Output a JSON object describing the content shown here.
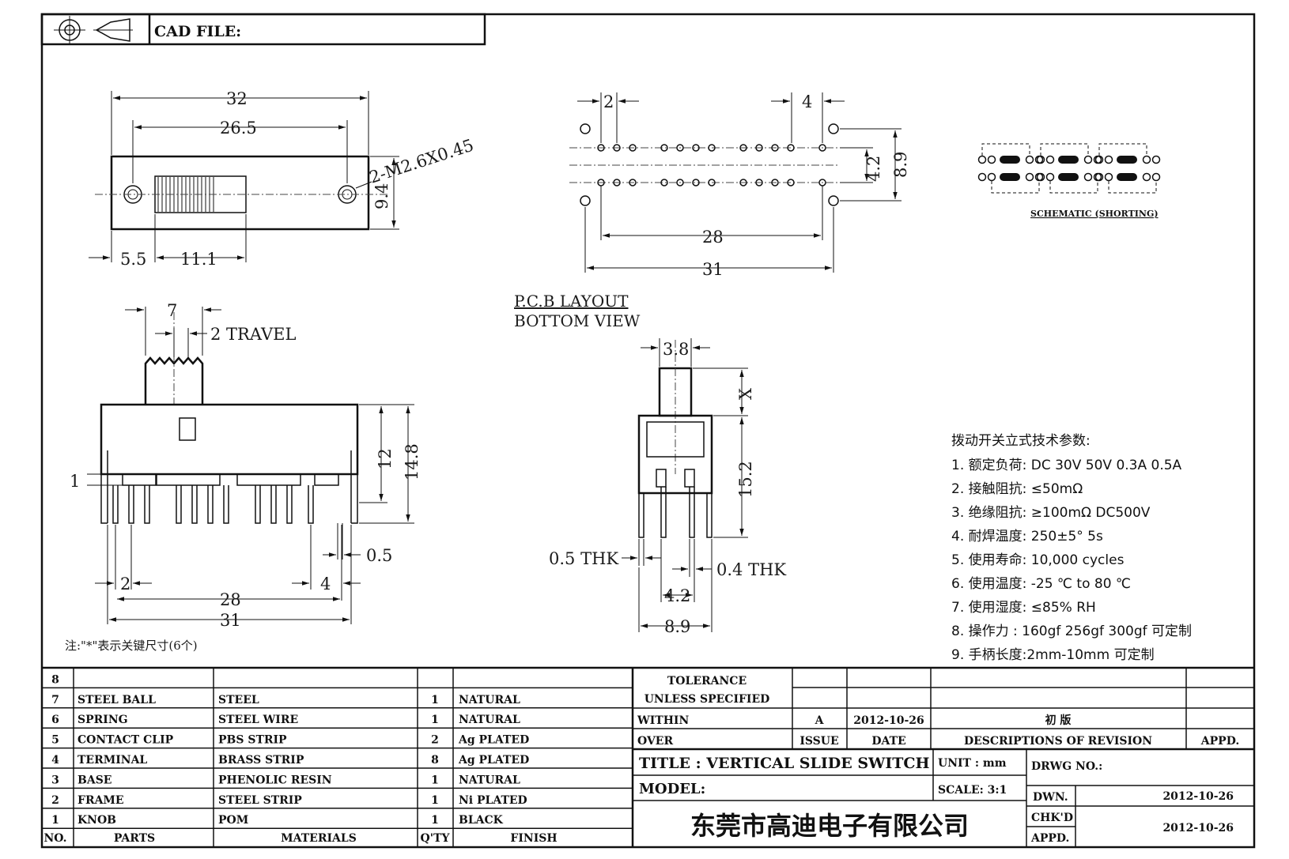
{
  "header": {
    "cad_file": "CAD FILE:"
  },
  "top_view": {
    "d32": "32",
    "d26_5": "26.5",
    "hole": "2-M2.6X0.45",
    "d9_4": "9.4",
    "d5_5": "5.5",
    "d11_1": "11.1"
  },
  "pcb": {
    "d2": "2",
    "d4": "4",
    "d4_2": "4.2",
    "d8_9": "8.9",
    "d28": "28",
    "d31": "31",
    "title1": "P.C.B LAYOUT",
    "title2": "BOTTOM VIEW"
  },
  "schematic": {
    "label": "SCHEMATIC (SHORTING)"
  },
  "front_view": {
    "d7": "7",
    "travel": "2 TRAVEL",
    "d12": "12",
    "d14_8": "14.8",
    "d1": "1",
    "d0_5": "0.5",
    "d2": "2",
    "d4": "4",
    "d28": "28",
    "d31": "31",
    "note": "注:\"*\"表示关键尺寸(6个)"
  },
  "side_view": {
    "d3_8": "3.8",
    "x": "X",
    "d15_2": "15.2",
    "thk05": "0.5  THK",
    "thk04": "0.4  THK",
    "d4_2": "4.2",
    "d8_9": "8.9"
  },
  "specs": {
    "title": "拨动开关立式技术参数:",
    "items": [
      "1.  额定负荷: DC 30V    50V    0.3A    0.5A",
      "2.  接触阻抗: ≤50mΩ",
      "3.  绝缘阻抗: ≥100mΩ  DC500V",
      "4.  耐焊温度: 250±5°  5s",
      "5.  使用寿命: 10,000 cycles",
      "6.  使用温度: -25 ℃  to 80 ℃",
      "7.  使用湿度: ≤85% RH",
      "8.  操作力 : 160gf    256gf    300gf  可定制",
      "9.  手柄长度:2mm-10mm  可定制"
    ]
  },
  "bom": {
    "rows": [
      {
        "no": "8",
        "part": "",
        "material": "",
        "qty": "",
        "finish": ""
      },
      {
        "no": "7",
        "part": "STEEL BALL",
        "material": "STEEL",
        "qty": "1",
        "finish": "NATURAL"
      },
      {
        "no": "6",
        "part": "SPRING",
        "material": "STEEL WIRE",
        "qty": "1",
        "finish": "NATURAL"
      },
      {
        "no": "5",
        "part": "CONTACT CLIP",
        "material": "PBS STRIP",
        "qty": "2",
        "finish": "Ag PLATED"
      },
      {
        "no": "4",
        "part": "TERMINAL",
        "material": "BRASS STRIP",
        "qty": "8",
        "finish": "Ag PLATED"
      },
      {
        "no": "3",
        "part": "BASE",
        "material": "PHENOLIC RESIN",
        "qty": "1",
        "finish": "NATURAL"
      },
      {
        "no": "2",
        "part": "FRAME",
        "material": "STEEL STRIP",
        "qty": "1",
        "finish": "Ni PLATED"
      },
      {
        "no": "1",
        "part": "KNOB",
        "material": "POM",
        "qty": "1",
        "finish": "BLACK"
      }
    ],
    "headers": {
      "no": "NO.",
      "part": "PARTS",
      "material": "MATERIALS",
      "qty": "Q'TY",
      "finish": "FINISH"
    }
  },
  "title_block": {
    "tolerance": "TOLERANCE",
    "unless": "UNLESS   SPECIFIED",
    "within": "WITHIN",
    "over": "OVER",
    "rev": "A",
    "rev_date": "2012-10-26",
    "rev_desc": "初  版",
    "issue": "ISSUE",
    "date": "DATE",
    "desc_rev": "DESCRIPTIONS OF REVISION",
    "appd": "APPD.",
    "title": "TITLE :   VERTICAL  SLIDE  SWITCH",
    "unit": "UNIT :   mm",
    "drwg": "DRWG NO.:",
    "model": "MODEL:",
    "scale": "SCALE:   3:1",
    "dwn": "DWN.",
    "dwn_date": "2012-10-26",
    "chkd": "CHK'D",
    "chk_date": "2012-10-26",
    "appd2": "APPD.",
    "company": "东莞市高迪电子有限公司"
  }
}
